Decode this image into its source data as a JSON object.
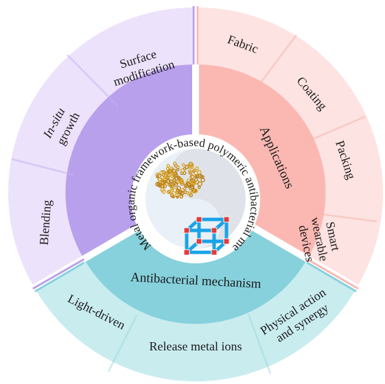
{
  "center": {
    "ring_text": "Metal organic framework-based polymeric antibacterial mechanism",
    "image_top": "nanoparticle-cluster",
    "image_bottom": "mof-cube-lattice"
  },
  "sections": {
    "modification": {
      "color_outer": "#ede2fb",
      "color_mid": "#b9a0ec",
      "items": [
        {
          "lines": [
            "Surface",
            "modification"
          ]
        },
        {
          "lines": [
            "In-situ",
            "growth"
          ],
          "italic_first": true
        },
        {
          "lines": [
            "Blending"
          ]
        }
      ]
    },
    "applications": {
      "title": "Applications",
      "color_outer": "#fde3e1",
      "color_mid": "#fbb8b2",
      "items": [
        {
          "lines": [
            "Fabric"
          ]
        },
        {
          "lines": [
            "Coating"
          ]
        },
        {
          "lines": [
            "Packing"
          ]
        },
        {
          "lines": [
            "Smart",
            "wearable",
            "devices"
          ]
        }
      ]
    },
    "antibacterial": {
      "title": "Antibacterial mechanism",
      "color_outer": "#c9ecef",
      "color_mid": "#86d1dc",
      "items": [
        {
          "lines": [
            "Light-driven"
          ]
        },
        {
          "lines": [
            "Release metal ions"
          ]
        },
        {
          "lines": [
            "Physical action",
            "and synergy"
          ]
        }
      ]
    }
  }
}
